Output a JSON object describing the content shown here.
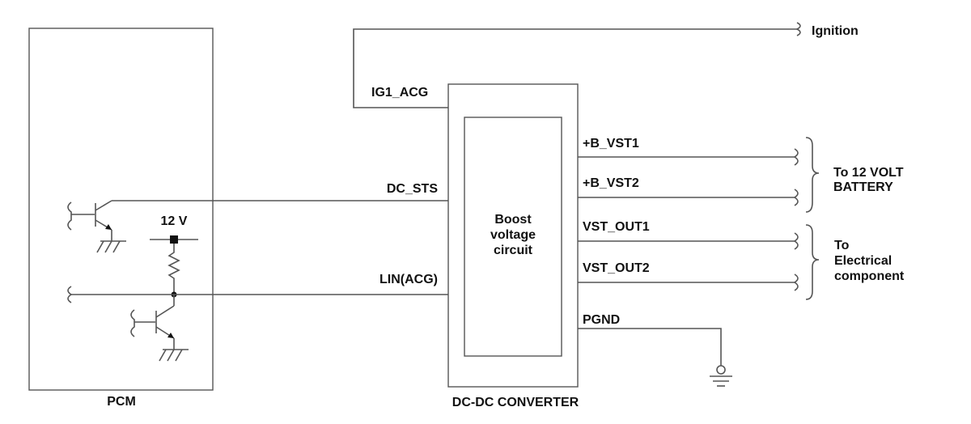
{
  "pcm": {
    "label": "PCM",
    "supply_label": "12 V"
  },
  "converter": {
    "label": "DC-DC CONVERTER",
    "inner_label_lines": [
      "Boost",
      "voltage",
      "circuit"
    ]
  },
  "inputs": {
    "ig1": "IG1_ACG",
    "dc_sts": "DC_STS",
    "lin": "LIN(ACG)"
  },
  "outputs": {
    "b_vst1": "+B_VST1",
    "b_vst2": "+B_VST2",
    "vst_out1": "VST_OUT1",
    "vst_out2": "VST_OUT2",
    "pgnd": "PGND"
  },
  "destinations": {
    "ignition": "Ignition",
    "battery_lines": [
      "To 12 VOLT",
      "BATTERY"
    ],
    "component_lines": [
      "To",
      "Electrical",
      "component"
    ]
  }
}
